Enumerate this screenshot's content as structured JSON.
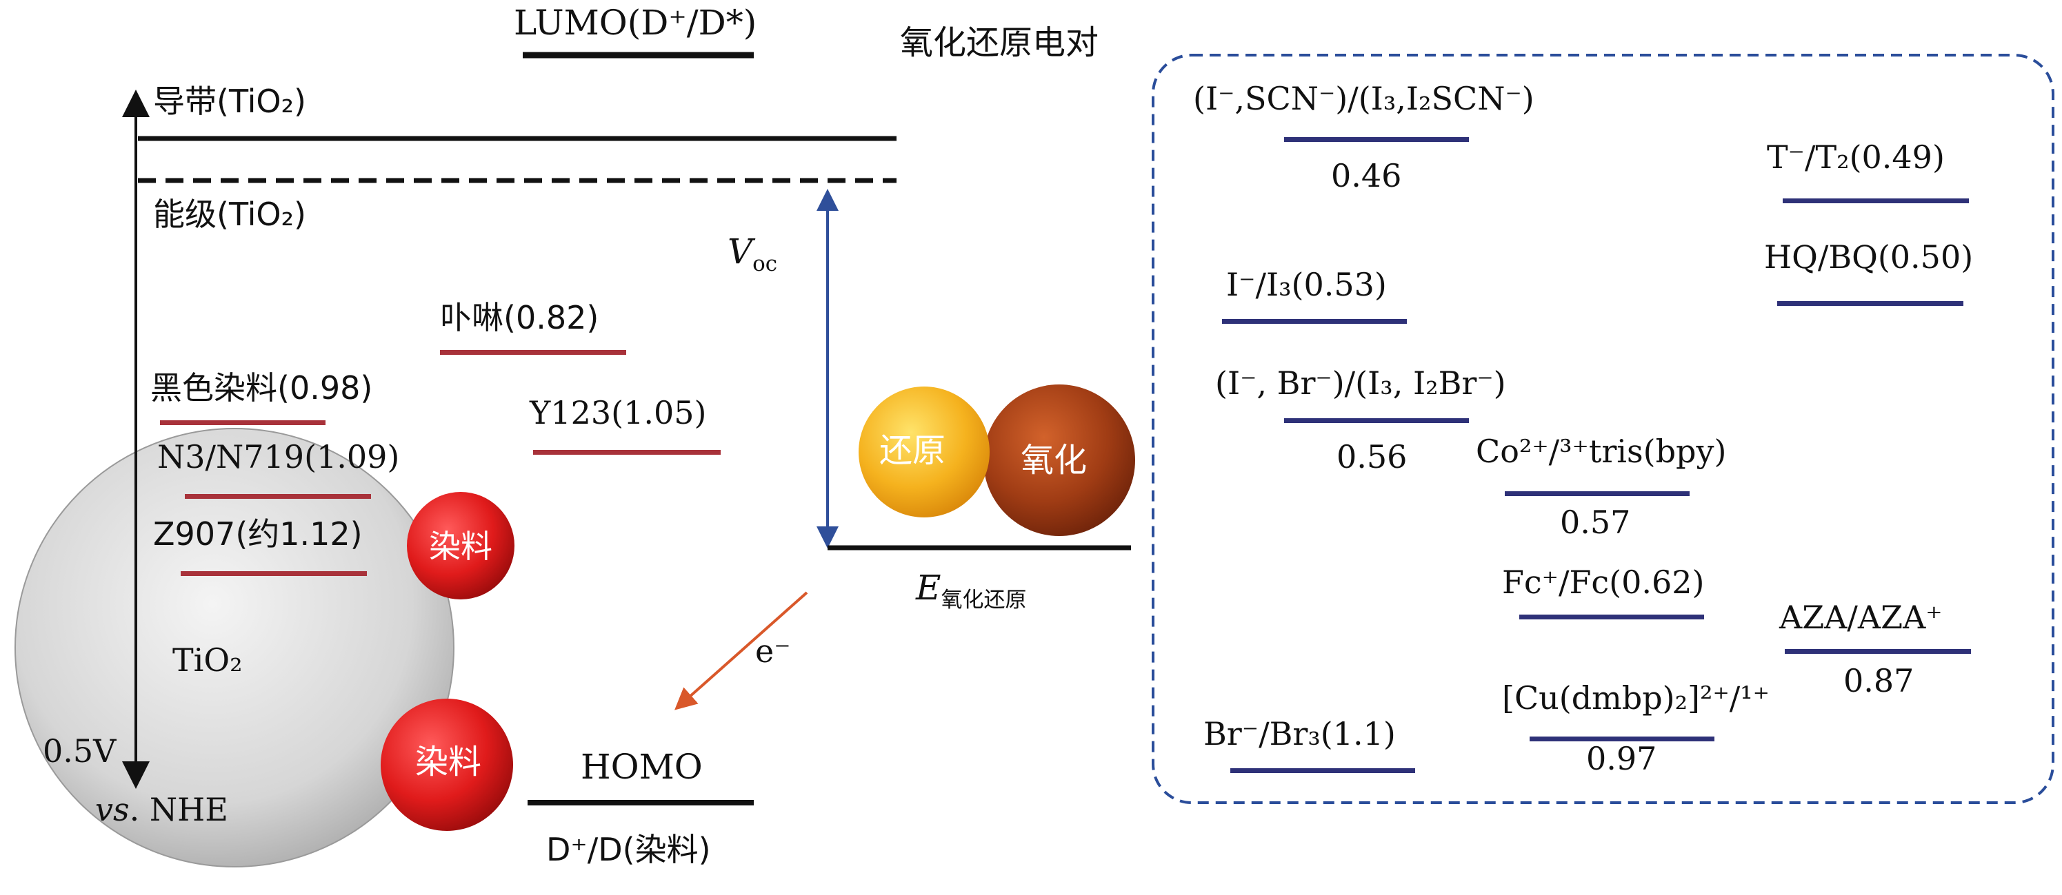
{
  "colors": {
    "dye_level": "#a8323a",
    "redox_level": "#2e3178",
    "voc_arrow": "#2f4f9a",
    "electron_arrow": "#d9582a",
    "box_border": "#2a4d9a"
  },
  "tio2": {
    "conduction_band": "导带(TiO₂)",
    "fermi_level": "能级(TiO₂)",
    "particle_label": "TiO₂",
    "potential_scale": "0.5V",
    "scale_ref_italic": "vs",
    "scale_ref_rest": ". NHE"
  },
  "dye": {
    "lumo": "LUMO(D⁺/D*)",
    "homo": "HOMO",
    "homo_couple": "D⁺/D(染料)",
    "ball_label": "染料",
    "levels": [
      {
        "label": "卟啉(0.82)",
        "value": 0.82
      },
      {
        "label": "黑色染料(0.98)",
        "value": 0.98
      },
      {
        "label": "Y123(1.05)",
        "value": 1.05
      },
      {
        "label": "N3/N719(1.09)",
        "value": 1.09
      },
      {
        "label": "Z907(约1.12)",
        "value": 1.12
      }
    ]
  },
  "voc": {
    "italic": "V",
    "sub": "oc"
  },
  "electron": "e⁻",
  "redox": {
    "title": "氧化还原电对",
    "e_italic": "E",
    "e_sub": "氧化还原",
    "reduced_label": "还原",
    "oxidized_label": "氧化",
    "couples": [
      {
        "name": "(I⁻,SCN⁻)/(I₃,I₂SCN⁻)",
        "value_text": "0.46",
        "value": 0.46
      },
      {
        "name": "T⁻/T₂(0.49)",
        "value": 0.49
      },
      {
        "name": "HQ/BQ(0.50)",
        "value": 0.5
      },
      {
        "name": "I⁻/I₃(0.53)",
        "value": 0.53
      },
      {
        "name": "(I⁻, Br⁻)/(I₃, I₂Br⁻)",
        "value_text": "0.56",
        "value": 0.56
      },
      {
        "name": "Co²⁺/³⁺tris(bpy)",
        "value_text": "0.57",
        "value": 0.57
      },
      {
        "name": "Fc⁺/Fc(0.62)",
        "value": 0.62
      },
      {
        "name": "AZA/AZA⁺",
        "value_text": "0.87",
        "value": 0.87
      },
      {
        "name": "Br⁻/Br₃(1.1)",
        "value": 1.1
      },
      {
        "name": "[Cu(dmbp)₂]²⁺/¹⁺",
        "value_text": "0.97",
        "value": 0.97
      }
    ]
  }
}
